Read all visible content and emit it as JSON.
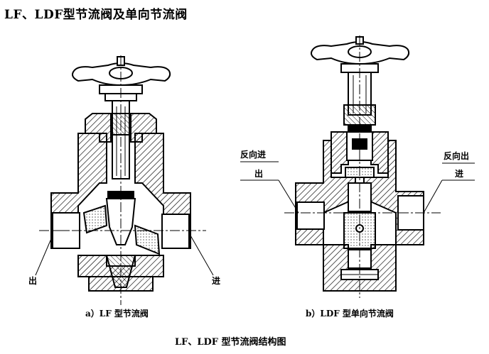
{
  "title": "LF、LDF型节流阀及单向节流阀",
  "figure_a": {
    "caption": "a）LF 型节流阀",
    "label_left": "出",
    "label_right": "进"
  },
  "figure_b": {
    "caption": "b）LDF 型单向节流阀",
    "label_left_top": "反向进",
    "label_left_bottom": "出",
    "label_right_top": "反向出",
    "label_right_bottom": "进"
  },
  "main_caption": "LF、LDF 型节流阀结构图"
}
